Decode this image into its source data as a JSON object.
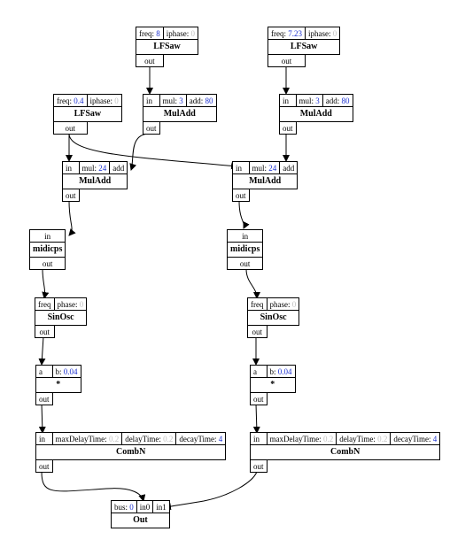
{
  "nodes": {
    "lfsaw1": {
      "name": "LFSaw",
      "inputs": [
        {
          "label": "freq:",
          "value": "8",
          "dim": false
        },
        {
          "label": "iphase:",
          "value": "0",
          "dim": true
        }
      ],
      "output": "out"
    },
    "lfsaw2": {
      "name": "LFSaw",
      "inputs": [
        {
          "label": "freq:",
          "value": "7.23",
          "dim": false
        },
        {
          "label": "iphase:",
          "value": "0",
          "dim": true
        }
      ],
      "output": "out"
    },
    "lfsaw3": {
      "name": "LFSaw",
      "inputs": [
        {
          "label": "freq:",
          "value": "0.4",
          "dim": false
        },
        {
          "label": "iphase:",
          "value": "0",
          "dim": true
        }
      ],
      "output": "out"
    },
    "muladd1": {
      "name": "MulAdd",
      "inputs": [
        {
          "label": "in",
          "value": "",
          "dim": false
        },
        {
          "label": "mul:",
          "value": "3",
          "dim": false
        },
        {
          "label": "add:",
          "value": "80",
          "dim": false
        }
      ],
      "output": "out"
    },
    "muladd2": {
      "name": "MulAdd",
      "inputs": [
        {
          "label": "in",
          "value": "",
          "dim": false
        },
        {
          "label": "mul:",
          "value": "3",
          "dim": false
        },
        {
          "label": "add:",
          "value": "80",
          "dim": false
        }
      ],
      "output": "out"
    },
    "muladd3": {
      "name": "MulAdd",
      "inputs": [
        {
          "label": "in",
          "value": "",
          "dim": false
        },
        {
          "label": "mul:",
          "value": "24",
          "dim": false
        },
        {
          "label": "add",
          "value": "",
          "dim": false
        }
      ],
      "output": "out"
    },
    "muladd4": {
      "name": "MulAdd",
      "inputs": [
        {
          "label": "in",
          "value": "",
          "dim": false
        },
        {
          "label": "mul:",
          "value": "24",
          "dim": false
        },
        {
          "label": "add",
          "value": "",
          "dim": false
        }
      ],
      "output": "out"
    },
    "midicps1": {
      "name": "midicps",
      "inputs": [
        {
          "label": "in",
          "value": "",
          "dim": false
        }
      ],
      "output": "out"
    },
    "midicps2": {
      "name": "midicps",
      "inputs": [
        {
          "label": "in",
          "value": "",
          "dim": false
        }
      ],
      "output": "out"
    },
    "sinosc1": {
      "name": "SinOsc",
      "inputs": [
        {
          "label": "freq",
          "value": "",
          "dim": false
        },
        {
          "label": "phase:",
          "value": "0",
          "dim": true
        }
      ],
      "output": "out"
    },
    "sinosc2": {
      "name": "SinOsc",
      "inputs": [
        {
          "label": "freq",
          "value": "",
          "dim": false
        },
        {
          "label": "phase:",
          "value": "0",
          "dim": true
        }
      ],
      "output": "out"
    },
    "mul1": {
      "name": "*",
      "inputs": [
        {
          "label": "a",
          "value": "",
          "dim": false
        },
        {
          "label": "b:",
          "value": "0.04",
          "dim": false
        }
      ],
      "output": "out"
    },
    "mul2": {
      "name": "*",
      "inputs": [
        {
          "label": "a",
          "value": "",
          "dim": false
        },
        {
          "label": "b:",
          "value": "0.04",
          "dim": false
        }
      ],
      "output": "out"
    },
    "combn1": {
      "name": "CombN",
      "inputs": [
        {
          "label": "in",
          "value": "",
          "dim": false
        },
        {
          "label": "maxDelayTime:",
          "value": "0.2",
          "dim": true
        },
        {
          "label": "delayTime:",
          "value": "0.2",
          "dim": true
        },
        {
          "label": "decayTime:",
          "value": "4",
          "dim": false
        }
      ],
      "output": "out"
    },
    "combn2": {
      "name": "CombN",
      "inputs": [
        {
          "label": "in",
          "value": "",
          "dim": false
        },
        {
          "label": "maxDelayTime:",
          "value": "0.2",
          "dim": true
        },
        {
          "label": "delayTime:",
          "value": "0.2",
          "dim": true
        },
        {
          "label": "decayTime:",
          "value": "4",
          "dim": false
        }
      ],
      "output": "out"
    },
    "out": {
      "name": "Out",
      "inputs": [
        {
          "label": "bus:",
          "value": "0",
          "dim": false
        },
        {
          "label": "in0",
          "value": "",
          "dim": false
        },
        {
          "label": "in1",
          "value": "",
          "dim": false
        }
      ],
      "output": ""
    }
  },
  "colors": {
    "value": "#1a2fd0",
    "default_value": "#c2c2c2",
    "edge": "#000000"
  }
}
